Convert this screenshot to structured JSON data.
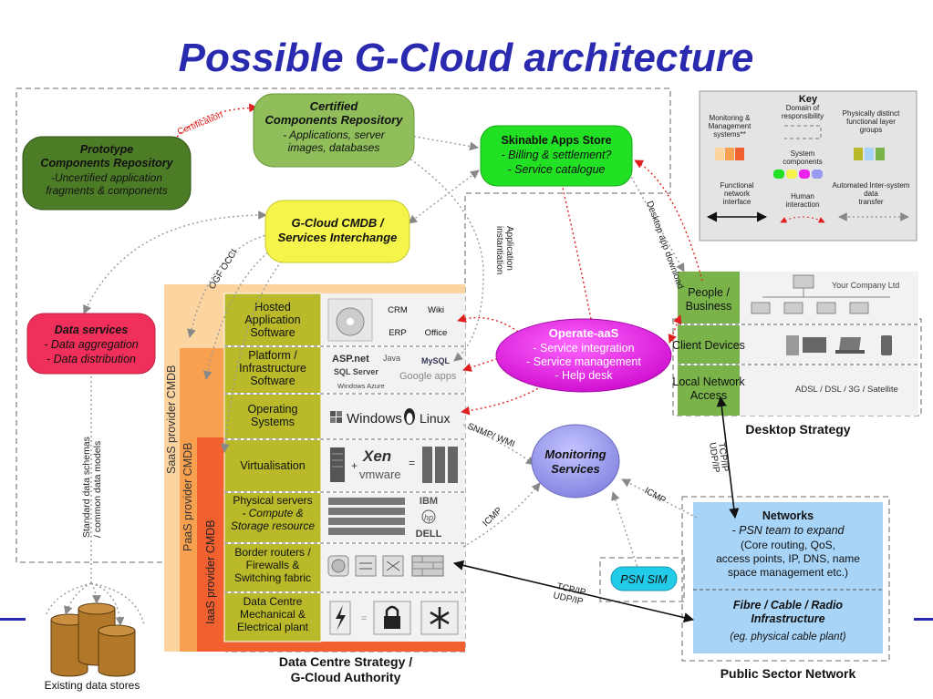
{
  "title": "Possible G-Cloud architecture",
  "nodes": {
    "certified_repo": {
      "title": "Certified Components Repository",
      "desc": "- Applications, server images, databases"
    },
    "prototype_repo": {
      "title": "Prototype Components Repository",
      "desc": "-Uncertified application fragments & components"
    },
    "apps_store": {
      "title": "Skinable Apps Store",
      "desc1": "- Billing & settlement?",
      "desc2": "- Service catalogue"
    },
    "cmdb": {
      "title": "G-Cloud CMDB / Services Interchange"
    },
    "data_services": {
      "title": "Data services",
      "desc1": "- Data aggregation",
      "desc2": "- Data distribution"
    },
    "operate": {
      "title": "Operate-aaS",
      "desc1": "- Service integration",
      "desc2": "- Service management",
      "desc3": "- Help desk"
    },
    "monitoring": {
      "title": "Monitoring Services"
    },
    "psn_sim": {
      "title": "PSN SIM"
    },
    "networks": {
      "title": "Networks",
      "desc1": "- PSN team to expand",
      "desc2": "(Core routing, QoS, access points, IP, DNS, name space management etc.)"
    },
    "fibre": {
      "title": "Fibre / Cable / Radio Infrastructure",
      "desc": "(eg. physical cable plant)"
    }
  },
  "edges": {
    "certification": "Certification",
    "application_instantiation": "Application instantiation",
    "desktop_app_download": "Desktop app download",
    "ogf_occi": "OGF OCCI",
    "standard_schemas": "Standard data schemas / common data models",
    "snmp_wmi": "SNMP/ WMI",
    "icmp_left": "ICMP",
    "icmp_right": "ICMP",
    "tcpip_top": "TCP/IP",
    "udpip_top": "UDP/IP",
    "tcpip_bottom": "TCP/IP",
    "udpip_bottom": "UDP/IP"
  },
  "cmdb_layers": {
    "saas": "SaaS provider CMDB",
    "paas": "PaaS provider CMDB",
    "iaas": "IaaS provider CMDB"
  },
  "stack": [
    {
      "label": "Hosted Application Software",
      "content": [
        "CRM",
        "Wiki",
        "ERP",
        "Office"
      ]
    },
    {
      "label": "Platform / Infrastructure Software",
      "content": [
        "ASP.net",
        "Java",
        "MySQL",
        "SQL Server",
        "Google apps",
        "Windows Azure"
      ]
    },
    {
      "label": "Operating Systems",
      "content": [
        "Windows",
        "Linux"
      ]
    },
    {
      "label": "Virtualisation",
      "content": [
        "Xen",
        "vmware"
      ]
    },
    {
      "label": "Physical servers - Compute & Storage resource",
      "content": [
        "IBM",
        "hp",
        "DELL"
      ]
    },
    {
      "label": "Border routers / Firewalls & Switching fabric",
      "content": []
    },
    {
      "label": "Data Centre Mechanical & Electrical plant",
      "content": []
    }
  ],
  "desktop": {
    "rows": [
      {
        "label": "People / Business",
        "content": "Your Company Ltd"
      },
      {
        "label": "Client Devices",
        "content": ""
      },
      {
        "label": "Local Network Access",
        "content": "ADSL / DSL / 3G / Satellite"
      }
    ],
    "caption": "Desktop Strategy"
  },
  "captions": {
    "data_centre": "Data Centre Strategy / G-Cloud Authority",
    "existing_stores": "Existing data stores",
    "public_sector": "Public Sector Network"
  },
  "key": {
    "title": "Key",
    "monitoring": "Monitoring & Management systems**",
    "domain": "Domain of responsibility",
    "physical": "Physically distinct functional layer groups",
    "system_components": "System components",
    "functional_network": "Functional network interface",
    "human_interaction": "Human interaction",
    "automated_transfer": "Automated Inter-system data transfer"
  },
  "colors": {
    "title": "#2a2ab0",
    "certified": "#8fbe5a",
    "prototype": "#4d7c27",
    "apps_store": "#22e024",
    "cmdb": "#f4f44a",
    "data_services": "#f0305a",
    "operate": "#ee22ee",
    "monitoring": "#9999ee",
    "psn_sim": "#22cce8",
    "networks": "#a8d4f8",
    "stack_label": "#b4b41c",
    "desktop_label": "#79b34a"
  }
}
